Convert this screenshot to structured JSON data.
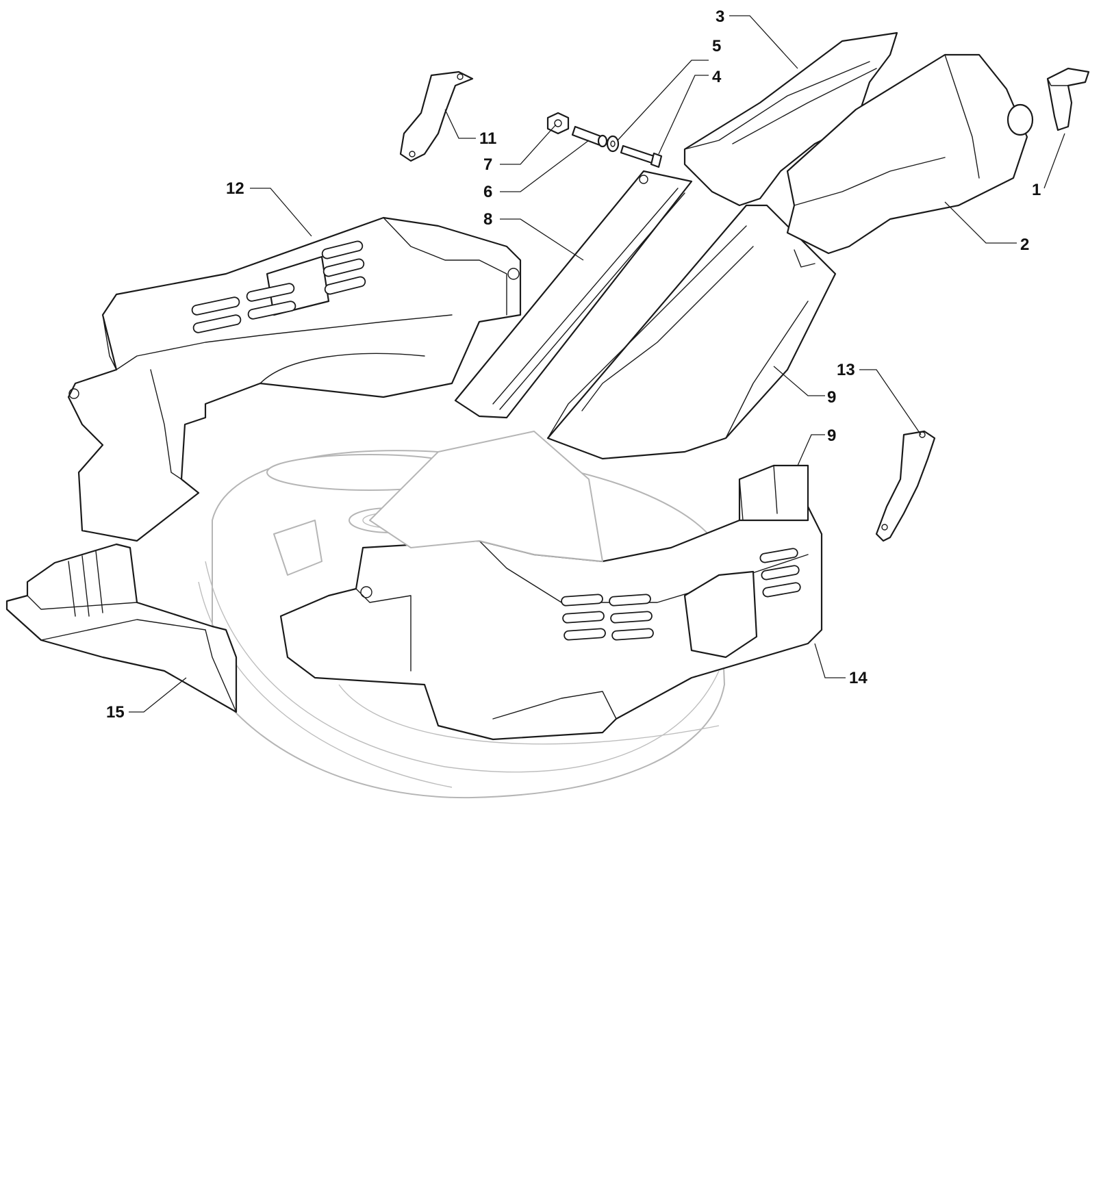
{
  "callouts": [
    {
      "id": "c1",
      "label": "1"
    },
    {
      "id": "c2",
      "label": "2"
    },
    {
      "id": "c3",
      "label": "3"
    },
    {
      "id": "c4",
      "label": "4"
    },
    {
      "id": "c5",
      "label": "5"
    },
    {
      "id": "c6",
      "label": "6"
    },
    {
      "id": "c7",
      "label": "7"
    },
    {
      "id": "c8",
      "label": "8"
    },
    {
      "id": "c9a",
      "label": "9"
    },
    {
      "id": "c9b",
      "label": "9"
    },
    {
      "id": "c11",
      "label": "11"
    },
    {
      "id": "c12",
      "label": "12"
    },
    {
      "id": "c13",
      "label": "13"
    },
    {
      "id": "c14",
      "label": "14"
    },
    {
      "id": "c15",
      "label": "15"
    }
  ],
  "colors": {
    "line": "#1a1a1a",
    "ghost": "#b5b5b5",
    "background": "#ffffff"
  }
}
